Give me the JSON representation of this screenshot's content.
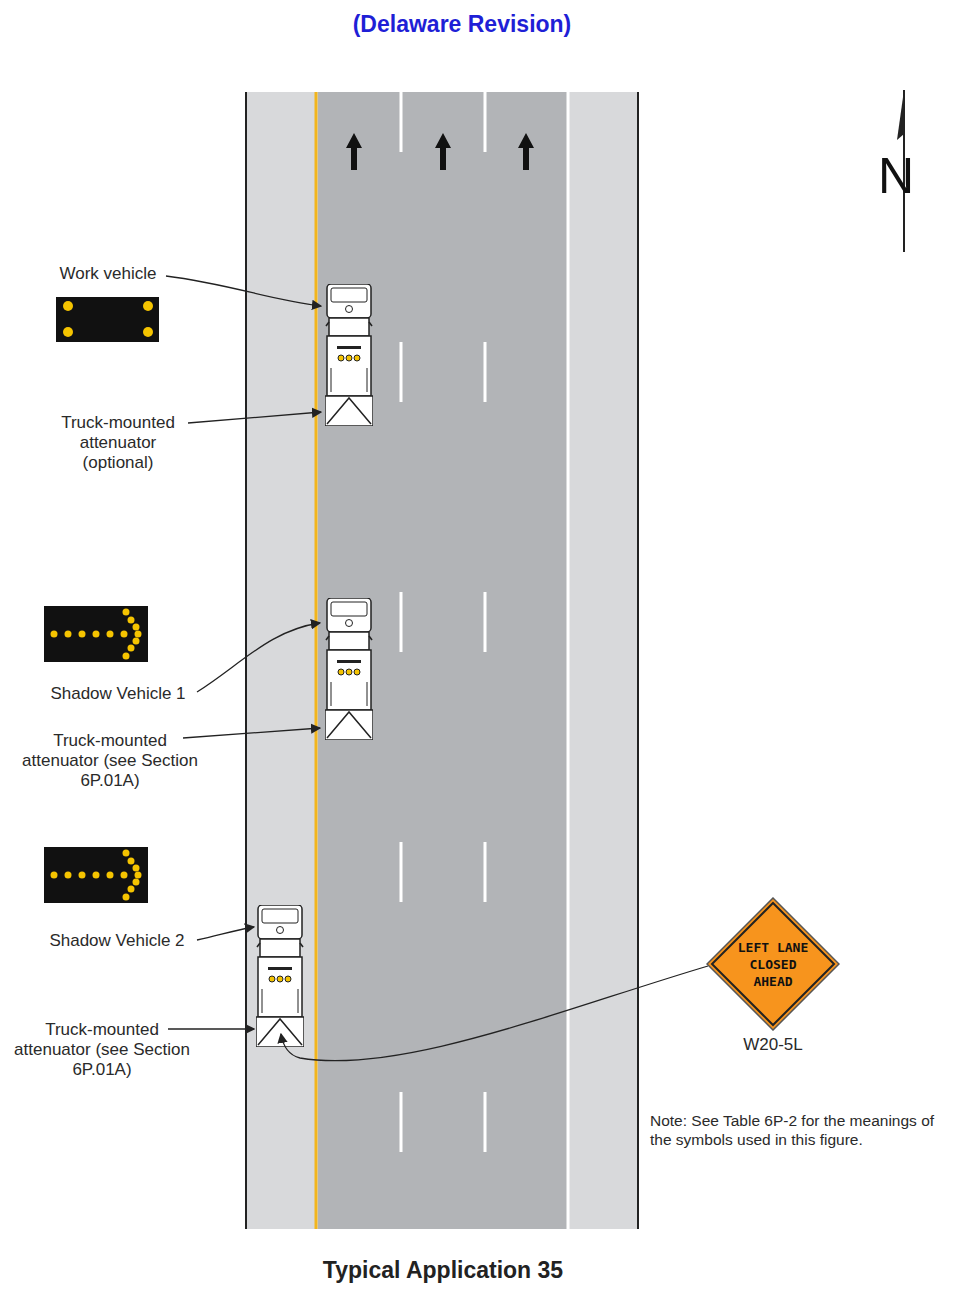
{
  "diagram": {
    "title": "(Delaware Revision)",
    "caption": "Typical Application 35",
    "nodes": [
      {
        "text": [
          "LEFT LANE CLOSED AHEAD",
          "W20-5L"
        ]
      }
    ],
    "labels": [
      "Work vehicle",
      "Truck-mounted attenuator (optional)",
      "Shadow Vehicle 1",
      "Truck-mounted attenuator (see Section 6P.01A)",
      "Shadow Vehicle 2",
      "Truck-mounted attenuator (see Section 6P.01A)",
      "N",
      "Note:  See Table 6P-2 for the meanings of the symbols used in this figure."
    ]
  }
}
